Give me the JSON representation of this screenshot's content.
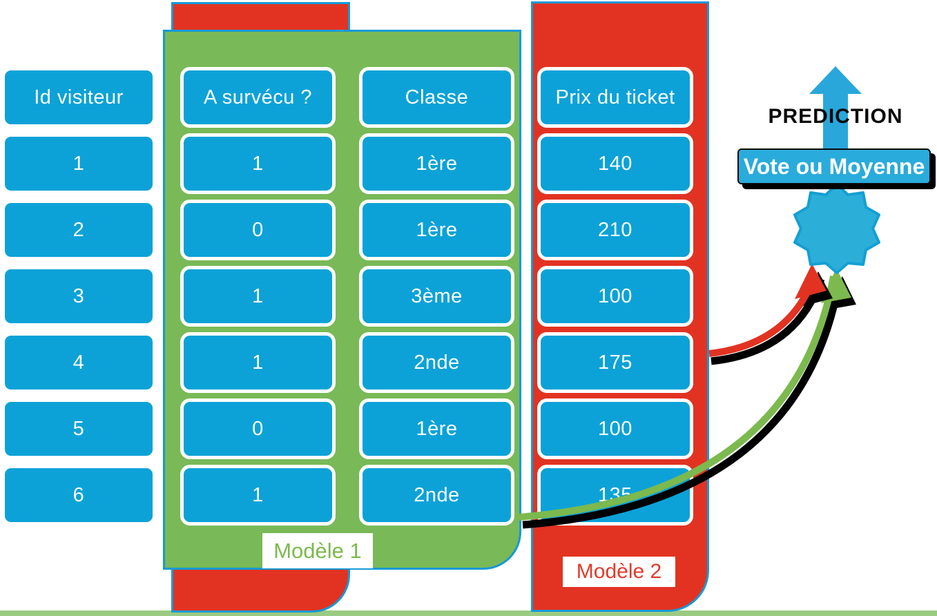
{
  "table": {
    "columns": [
      {
        "id": "id-visiteur",
        "header": "Id visiteur",
        "values": [
          "1",
          "2",
          "3",
          "4",
          "5",
          "6"
        ]
      },
      {
        "id": "a-survecu",
        "header": "A survécu ?",
        "values": [
          "1",
          "0",
          "1",
          "1",
          "0",
          "1"
        ]
      },
      {
        "id": "classe",
        "header": "Classe",
        "values": [
          "1ère",
          "1ère",
          "3ème",
          "2nde",
          "1ère",
          "2nde"
        ]
      },
      {
        "id": "prix-du-ticket",
        "header": "Prix du ticket",
        "values": [
          "140",
          "210",
          "100",
          "175",
          "100",
          "135"
        ]
      }
    ]
  },
  "models": {
    "model1_label": "Modèle 1",
    "model2_label": "Modèle 2"
  },
  "prediction": {
    "title": "PREDICTION",
    "combiner_label": "Vote ou Moyenne"
  },
  "icons": {
    "up_arrow": "prediction-up-arrow-icon",
    "starburst": "aggregation-starburst-icon",
    "green_curve": "model1-output-arrow-icon",
    "red_curve": "model2-output-arrow-icon"
  },
  "colors": {
    "cell_blue": "#0CA2D8",
    "panel_outline_blue": "#1599D6",
    "model1_green": "#79B957",
    "model1_text_green": "#7CB94E",
    "model2_red": "#E23322",
    "model2_text_red": "#E03A2B",
    "star_fill": "#2BAFD9",
    "star_stroke": "#149FD4",
    "combiner_blue": "#29ABDB",
    "arrow_blue": "#29A7DB",
    "shadow_black": "#000000"
  }
}
